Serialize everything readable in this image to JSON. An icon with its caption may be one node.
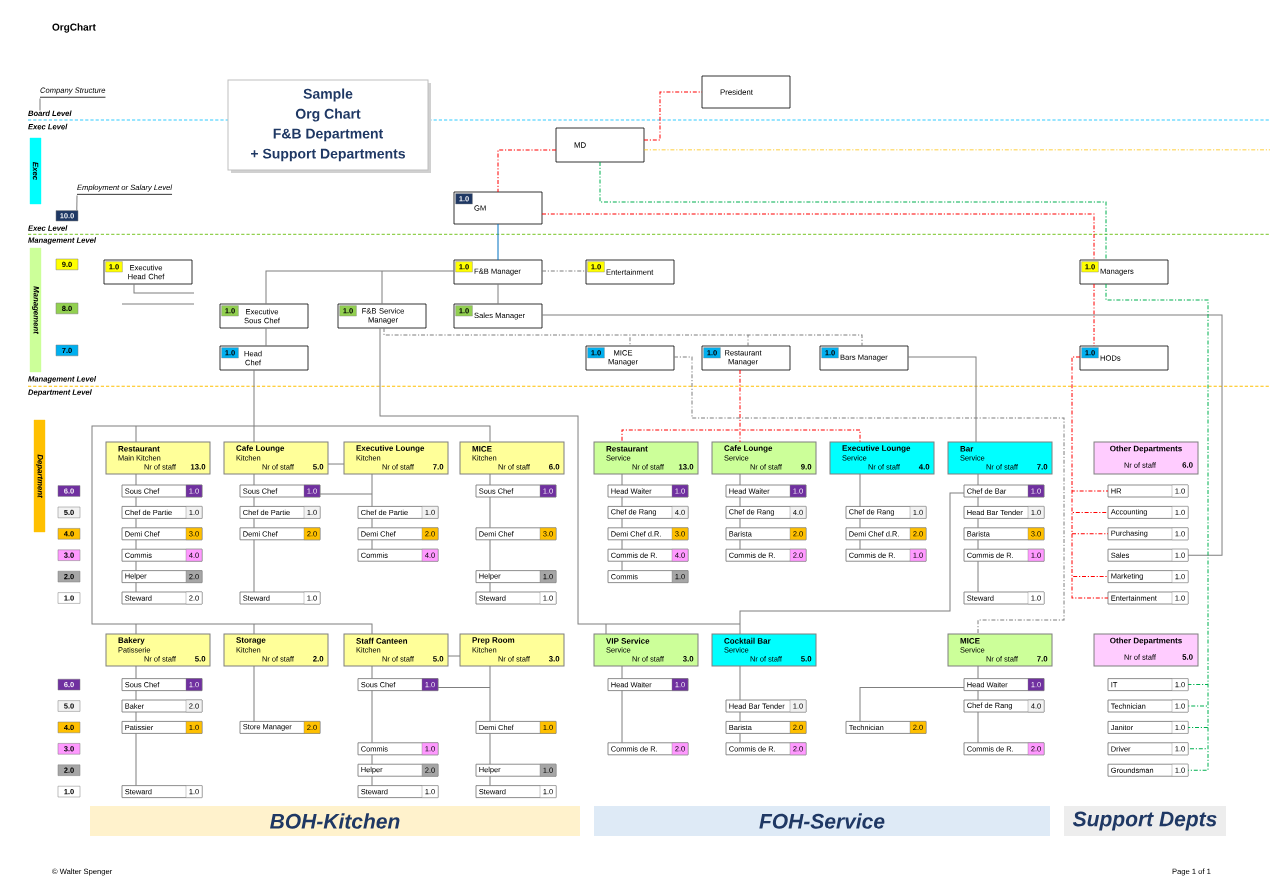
{
  "diagram": {
    "title": "OrgChart",
    "nodes": [
      {
        "text": [
          "Sample",
          "Org Chart",
          "F&B Department",
          "+ Support Departments"
        ]
      },
      {
        "text": [
          "President"
        ]
      },
      {
        "text": [
          "MD"
        ]
      },
      {
        "text": [
          "1.0",
          "GM"
        ]
      },
      {
        "text": [
          "Company Structure"
        ]
      },
      {
        "text": [
          "Employment or Salary Level"
        ]
      },
      {
        "text": [
          "10.0"
        ]
      },
      {
        "text": [
          "Exec"
        ]
      },
      {
        "text": [
          "Management"
        ]
      },
      {
        "text": [
          "9.0"
        ]
      },
      {
        "text": [
          "8.0"
        ]
      },
      {
        "text": [
          "7.0"
        ]
      },
      {
        "text": [
          "1.0",
          "Executive Head Chef"
        ]
      },
      {
        "text": [
          "1.0",
          "F&B Manager"
        ]
      },
      {
        "text": [
          "1.0",
          "Entertainment"
        ]
      },
      {
        "text": [
          "1.0",
          "Managers"
        ]
      },
      {
        "text": [
          "1.0",
          "Executive Sous Chef"
        ]
      },
      {
        "text": [
          "1.0",
          "F&B Service Manager"
        ]
      },
      {
        "text": [
          "1.0",
          "Sales Manager"
        ]
      },
      {
        "text": [
          "1.0",
          "Head Chef"
        ]
      },
      {
        "text": [
          "1.0",
          "MICE Manager"
        ]
      },
      {
        "text": [
          "1.0",
          "Restaurant Manager"
        ]
      },
      {
        "text": [
          "1.0",
          "Bars Manager"
        ]
      },
      {
        "text": [
          "1.0",
          "HODs"
        ]
      },
      {
        "text": [
          "Department"
        ]
      },
      {
        "text": [
          "6.0"
        ]
      },
      {
        "text": [
          "5.0"
        ]
      },
      {
        "text": [
          "4.0"
        ]
      },
      {
        "text": [
          "3.0"
        ]
      },
      {
        "text": [
          "2.0"
        ]
      },
      {
        "text": [
          "1.0"
        ]
      },
      {
        "text": [
          "Restaurant",
          "Main Kitchen",
          "Nr of staff",
          "13.0"
        ]
      },
      {
        "text": [
          "Sous Chef",
          "1.0"
        ]
      },
      {
        "text": [
          "Chef de Partie",
          "1.0"
        ]
      },
      {
        "text": [
          "Demi Chef",
          "3.0"
        ]
      },
      {
        "text": [
          "Commis",
          "4.0"
        ]
      },
      {
        "text": [
          "Helper",
          "2.0"
        ]
      },
      {
        "text": [
          "Steward",
          "2.0"
        ]
      },
      {
        "text": [
          "Cafe Lounge",
          "Kitchen",
          "Nr of staff",
          "5.0"
        ]
      },
      {
        "text": [
          "Sous Chef",
          "1.0"
        ]
      },
      {
        "text": [
          "Chef de Partie",
          "1.0"
        ]
      },
      {
        "text": [
          "Demi Chef",
          "2.0"
        ]
      },
      {
        "text": [
          "Steward",
          "1.0"
        ]
      },
      {
        "text": [
          "Executive Lounge",
          "Kitchen",
          "Nr of staff",
          "7.0"
        ]
      },
      {
        "text": [
          "Chef de Partie",
          "1.0"
        ]
      },
      {
        "text": [
          "Demi Chef",
          "2.0"
        ]
      },
      {
        "text": [
          "Commis",
          "4.0"
        ]
      },
      {
        "text": [
          "MICE",
          "Kitchen",
          "Nr of staff",
          "6.0"
        ]
      },
      {
        "text": [
          "Sous Chef",
          "1.0"
        ]
      },
      {
        "text": [
          "Demi Chef",
          "3.0"
        ]
      },
      {
        "text": [
          "Helper",
          "1.0"
        ]
      },
      {
        "text": [
          "Steward",
          "1.0"
        ]
      },
      {
        "text": [
          "Restaurant",
          "Service",
          "Nr of staff",
          "13.0"
        ]
      },
      {
        "text": [
          "Head Waiter",
          "1.0"
        ]
      },
      {
        "text": [
          "Chef de Rang",
          "4.0"
        ]
      },
      {
        "text": [
          "Demi Chef d.R.",
          "3.0"
        ]
      },
      {
        "text": [
          "Commis de R.",
          "4.0"
        ]
      },
      {
        "text": [
          "Commis",
          "1.0"
        ]
      },
      {
        "text": [
          "Cafe Lounge",
          "Service",
          "Nr of staff",
          "9.0"
        ]
      },
      {
        "text": [
          "Head Waiter",
          "1.0"
        ]
      },
      {
        "text": [
          "Chef de Rang",
          "4.0"
        ]
      },
      {
        "text": [
          "Barista",
          "2.0"
        ]
      },
      {
        "text": [
          "Commis de R.",
          "2.0"
        ]
      },
      {
        "text": [
          "Executive Lounge",
          "Service",
          "Nr of staff",
          "4.0"
        ]
      },
      {
        "text": [
          "Chef de Rang",
          "1.0"
        ]
      },
      {
        "text": [
          "Demi Chef d.R.",
          "2.0"
        ]
      },
      {
        "text": [
          "Commis de R.",
          "1.0"
        ]
      },
      {
        "text": [
          "Bar",
          "Service",
          "Nr of staff",
          "7.0"
        ]
      },
      {
        "text": [
          "Chef de Bar",
          "1.0"
        ]
      },
      {
        "text": [
          "Head Bar Tender",
          "1.0"
        ]
      },
      {
        "text": [
          "Barista",
          "3.0"
        ]
      },
      {
        "text": [
          "Commis de R.",
          "1.0"
        ]
      },
      {
        "text": [
          "Steward",
          "1.0"
        ]
      },
      {
        "text": [
          "Other Departments",
          "Nr of staff",
          "6.0"
        ]
      },
      {
        "text": [
          "HR",
          "1.0"
        ]
      },
      {
        "text": [
          "Accounting",
          "1.0"
        ]
      },
      {
        "text": [
          "Purchasing",
          "1.0"
        ]
      },
      {
        "text": [
          "Sales",
          "1.0"
        ]
      },
      {
        "text": [
          "Marketing",
          "1.0"
        ]
      },
      {
        "text": [
          "Entertainment",
          "1.0"
        ]
      },
      {
        "text": [
          "6.0"
        ]
      },
      {
        "text": [
          "5.0"
        ]
      },
      {
        "text": [
          "4.0"
        ]
      },
      {
        "text": [
          "3.0"
        ]
      },
      {
        "text": [
          "2.0"
        ]
      },
      {
        "text": [
          "1.0"
        ]
      },
      {
        "text": [
          "Bakery",
          "Patisserie",
          "Nr of staff",
          "5.0"
        ]
      },
      {
        "text": [
          "Sous Chef",
          "1.0"
        ]
      },
      {
        "text": [
          "Baker",
          "2.0"
        ]
      },
      {
        "text": [
          "Patissier",
          "1.0"
        ]
      },
      {
        "text": [
          "Steward",
          "1.0"
        ]
      },
      {
        "text": [
          "Storage",
          "Kitchen",
          "Nr of staff",
          "2.0"
        ]
      },
      {
        "text": [
          "Store Manager",
          "2.0"
        ]
      },
      {
        "text": [
          "Staff Canteen",
          "Kitchen",
          "Nr of staff",
          "5.0"
        ]
      },
      {
        "text": [
          "Sous Chef",
          "1.0"
        ]
      },
      {
        "text": [
          "Commis",
          "1.0"
        ]
      },
      {
        "text": [
          "Helper",
          "2.0"
        ]
      },
      {
        "text": [
          "Steward",
          "1.0"
        ]
      },
      {
        "text": [
          "Prep Room",
          "Kitchen",
          "Nr of staff",
          "3.0"
        ]
      },
      {
        "text": [
          "Demi Chef",
          "1.0"
        ]
      },
      {
        "text": [
          "Helper",
          "1.0"
        ]
      },
      {
        "text": [
          "Steward",
          "1.0"
        ]
      },
      {
        "text": [
          "VIP Service",
          "Service",
          "Nr of staff",
          "3.0"
        ]
      },
      {
        "text": [
          "Head Waiter",
          "1.0"
        ]
      },
      {
        "text": [
          "Commis de R.",
          "2.0"
        ]
      },
      {
        "text": [
          "Cocktail Bar",
          "Service",
          "Nr of staff",
          "5.0"
        ]
      },
      {
        "text": [
          "Head Bar Tender",
          "1.0"
        ]
      },
      {
        "text": [
          "Barista",
          "2.0"
        ]
      },
      {
        "text": [
          "Commis de R.",
          "2.0"
        ]
      },
      {
        "text": [
          "Technician",
          "2.0"
        ]
      },
      {
        "text": [
          "MICE",
          "Service",
          "Nr of staff",
          "7.0"
        ]
      },
      {
        "text": [
          "Head Waiter",
          "1.0"
        ]
      },
      {
        "text": [
          "Chef de Rang",
          "4.0"
        ]
      },
      {
        "text": [
          "Commis de R.",
          "2.0"
        ]
      },
      {
        "text": [
          "Other Departments",
          "Nr of staff",
          "5.0"
        ]
      },
      {
        "text": [
          "IT",
          "1.0"
        ]
      },
      {
        "text": [
          "Technician",
          "1.0"
        ]
      },
      {
        "text": [
          "Janitor",
          "1.0"
        ]
      },
      {
        "text": [
          "Driver",
          "1.0"
        ]
      },
      {
        "text": [
          "Groundsman",
          "1.0"
        ]
      },
      {
        "text": [
          "BOH-Kitchen"
        ]
      },
      {
        "text": [
          "FOH-Service"
        ]
      },
      {
        "text": [
          "Support Depts"
        ]
      },
      {
        "text": [
          "Board Level"
        ]
      }
    ],
    "edges": [
      {
        "from": 4,
        "to": 123,
        "arrow": "none"
      },
      {
        "from": 5,
        "to": 6,
        "arrow": "none"
      },
      {
        "from": 2,
        "to": 1,
        "arrow": "none",
        "style": "dashed",
        "color": "#ff0000"
      },
      {
        "from": 2,
        "to": 3,
        "arrow": "none",
        "style": "dashed",
        "color": "#ff0000"
      },
      {
        "from": 2,
        "to": null,
        "arrow": "none",
        "style": "dashed",
        "color": "#ffc000"
      },
      {
        "from": 2,
        "to": 15,
        "arrow": "none",
        "style": "dashed",
        "color": "#00b050"
      },
      {
        "from": 3,
        "to": 15,
        "arrow": "none",
        "style": "dashed",
        "color": "#ff0000"
      },
      {
        "from": 3,
        "to": 13,
        "arrow": "none",
        "color": "#0070c0"
      },
      {
        "from": 13,
        "to": 14,
        "arrow": "none",
        "style": "dashed"
      },
      {
        "from": 13,
        "to": 16,
        "arrow": "none"
      },
      {
        "from": 13,
        "to": 17,
        "arrow": "none"
      },
      {
        "from": 13,
        "to": 18,
        "arrow": "none"
      },
      {
        "from": 12,
        "to": null,
        "arrow": "none"
      },
      {
        "from": 16,
        "to": 19,
        "arrow": "none"
      },
      {
        "from": 15,
        "to": 23,
        "arrow": "none",
        "style": "dashed",
        "color": "#ff0000"
      },
      {
        "from": 18,
        "to": 77,
        "arrow": "none"
      },
      {
        "from": 17,
        "to": 20,
        "arrow": "none",
        "style": "dashed"
      },
      {
        "from": 17,
        "to": 21,
        "arrow": "none",
        "style": "dashed"
      },
      {
        "from": 17,
        "to": 22,
        "arrow": "none",
        "style": "dashed"
      },
      {
        "from": 19,
        "to": 31,
        "arrow": "none"
      },
      {
        "from": 19,
        "to": 38,
        "arrow": "none"
      },
      {
        "from": 19,
        "to": 47,
        "arrow": "none"
      },
      {
        "from": 19,
        "to": 86,
        "arrow": "none"
      },
      {
        "from": 19,
        "to": 91,
        "arrow": "none"
      },
      {
        "from": 19,
        "to": 93,
        "arrow": "none"
      },
      {
        "from": 38,
        "to": 43,
        "arrow": "none"
      },
      {
        "from": 93,
        "to": 98,
        "arrow": "none"
      },
      {
        "from": 17,
        "to": 102,
        "arrow": "none"
      },
      {
        "from": 21,
        "to": 52,
        "arrow": "none",
        "style": "dashed",
        "color": "#ff0000"
      },
      {
        "from": 21,
        "to": 58,
        "arrow": "none",
        "style": "dashed",
        "color": "#ff0000"
      },
      {
        "from": 21,
        "to": 63,
        "arrow": "none",
        "style": "dashed",
        "color": "#ff0000"
      },
      {
        "from": 20,
        "to": 110,
        "arrow": "none",
        "style": "dashed"
      },
      {
        "from": 22,
        "to": 67,
        "arrow": "none"
      },
      {
        "from": 68,
        "to": 105,
        "arrow": "none"
      },
      {
        "from": 23,
        "to": 74,
        "arrow": "none",
        "style": "dashed",
        "color": "#ff0000"
      },
      {
        "from": 23,
        "to": 75,
        "arrow": "none",
        "style": "dashed",
        "color": "#ff0000"
      },
      {
        "from": 23,
        "to": 76,
        "arrow": "none",
        "style": "dashed",
        "color": "#ff0000"
      },
      {
        "from": 23,
        "to": 78,
        "arrow": "none",
        "style": "dashed",
        "color": "#ff0000"
      },
      {
        "from": 23,
        "to": 79,
        "arrow": "none",
        "style": "dashed",
        "color": "#ff0000"
      },
      {
        "from": 15,
        "to": 115,
        "arrow": "none",
        "style": "dashed",
        "color": "#00b050"
      },
      {
        "from": 15,
        "to": 116,
        "arrow": "none",
        "style": "dashed",
        "color": "#00b050"
      },
      {
        "from": 15,
        "to": 117,
        "arrow": "none",
        "style": "dashed",
        "color": "#00b050"
      },
      {
        "from": 15,
        "to": 118,
        "arrow": "none",
        "style": "dashed",
        "color": "#00b050"
      },
      {
        "from": 15,
        "to": 119,
        "arrow": "none",
        "style": "dashed",
        "color": "#00b050"
      },
      {
        "from": 31,
        "to": 32,
        "arrow": "none"
      },
      {
        "from": 32,
        "to": 33,
        "arrow": "none"
      },
      {
        "from": 33,
        "to": 34,
        "arrow": "none"
      },
      {
        "from": 34,
        "to": 35,
        "arrow": "none"
      },
      {
        "from": 35,
        "to": 36,
        "arrow": "none"
      },
      {
        "from": 36,
        "to": 37,
        "arrow": "none"
      },
      {
        "from": 38,
        "to": 39,
        "arrow": "none"
      },
      {
        "from": 39,
        "to": 40,
        "arrow": "none"
      },
      {
        "from": 40,
        "to": 41,
        "arrow": "none"
      },
      {
        "from": 41,
        "to": 42,
        "arrow": "none"
      },
      {
        "from": 43,
        "to": 44,
        "arrow": "none"
      },
      {
        "from": 39,
        "to": 44,
        "arrow": "none"
      },
      {
        "from": 44,
        "to": 45,
        "arrow": "none"
      },
      {
        "from": 45,
        "to": 46,
        "arrow": "none"
      },
      {
        "from": 47,
        "to": 48,
        "arrow": "none"
      },
      {
        "from": 48,
        "to": 49,
        "arrow": "none"
      },
      {
        "from": 49,
        "to": 50,
        "arrow": "none"
      },
      {
        "from": 50,
        "to": 51,
        "arrow": "none"
      },
      {
        "from": 52,
        "to": 53,
        "arrow": "none"
      },
      {
        "from": 53,
        "to": 54,
        "arrow": "none"
      },
      {
        "from": 54,
        "to": 55,
        "arrow": "none"
      },
      {
        "from": 55,
        "to": 56,
        "arrow": "none"
      },
      {
        "from": 56,
        "to": 57,
        "arrow": "none"
      },
      {
        "from": 58,
        "to": 59,
        "arrow": "none"
      },
      {
        "from": 59,
        "to": 60,
        "arrow": "none"
      },
      {
        "from": 60,
        "to": 61,
        "arrow": "none"
      },
      {
        "from": 61,
        "to": 62,
        "arrow": "none"
      },
      {
        "from": 63,
        "to": 64,
        "arrow": "none"
      },
      {
        "from": 64,
        "to": 65,
        "arrow": "none"
      },
      {
        "from": 65,
        "to": 66,
        "arrow": "none"
      },
      {
        "from": 67,
        "to": 68,
        "arrow": "none"
      },
      {
        "from": 68,
        "to": 69,
        "arrow": "none"
      },
      {
        "from": 69,
        "to": 70,
        "arrow": "none"
      },
      {
        "from": 70,
        "to": 71,
        "arrow": "none"
      },
      {
        "from": 71,
        "to": 72,
        "arrow": "none"
      },
      {
        "from": 86,
        "to": 87,
        "arrow": "none"
      },
      {
        "from": 87,
        "to": 88,
        "arrow": "none"
      },
      {
        "from": 88,
        "to": 89,
        "arrow": "none"
      },
      {
        "from": 89,
        "to": 90,
        "arrow": "none"
      },
      {
        "from": 91,
        "to": 92,
        "arrow": "none"
      },
      {
        "from": 93,
        "to": 94,
        "arrow": "none"
      },
      {
        "from": 94,
        "to": 95,
        "arrow": "none"
      },
      {
        "from": 95,
        "to": 96,
        "arrow": "none"
      },
      {
        "from": 96,
        "to": 97,
        "arrow": "none"
      },
      {
        "from": 98,
        "to": 99,
        "arrow": "none"
      },
      {
        "from": 94,
        "to": 99,
        "arrow": "none"
      },
      {
        "from": 99,
        "to": 100,
        "arrow": "none"
      },
      {
        "from": 100,
        "to": 101,
        "arrow": "none"
      },
      {
        "from": 102,
        "to": 103,
        "arrow": "none"
      },
      {
        "from": 103,
        "to": 104,
        "arrow": "none"
      },
      {
        "from": 105,
        "to": 106,
        "arrow": "none"
      },
      {
        "from": 106,
        "to": 107,
        "arrow": "none"
      },
      {
        "from": 107,
        "to": 108,
        "arrow": "none"
      },
      {
        "from": 110,
        "to": 111,
        "arrow": "none"
      },
      {
        "from": 111,
        "to": 109,
        "arrow": "none"
      },
      {
        "from": 111,
        "to": 112,
        "arrow": "none"
      },
      {
        "from": 112,
        "to": 113,
        "arrow": "none"
      },
      {
        "from": 17,
        "to": 105,
        "arrow": "none"
      }
    ],
    "labels": [
      "Exec Level",
      "Exec Level",
      "Management Level",
      "Management Level",
      "Department Level",
      "© Walter Spenger",
      "Page 1 of 1"
    ]
  }
}
